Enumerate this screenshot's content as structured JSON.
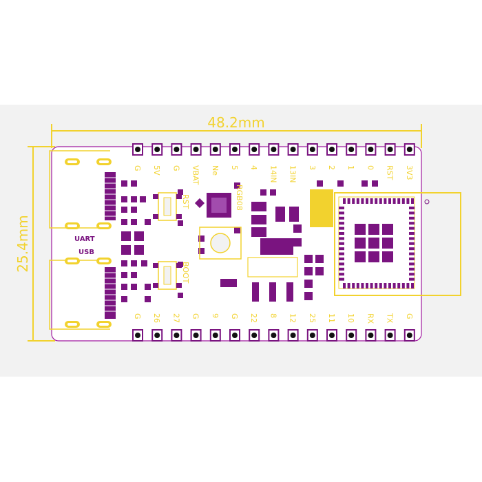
{
  "dimensions": {
    "width": "48.2mm",
    "height": "25.4mm"
  },
  "top_pins": [
    "G",
    "5V",
    "G",
    "VBAT",
    "Ne",
    "5",
    "4",
    "14IN",
    "13IN",
    "3",
    "2",
    "1",
    "0",
    "RST",
    "3V3"
  ],
  "bottom_pins": [
    "G",
    "26",
    "27",
    "G",
    "9",
    "G",
    "22",
    "8",
    "12",
    "25",
    "11",
    "10",
    "RX",
    "TX",
    "G"
  ],
  "labels": {
    "uart": "UART",
    "usb": "USB",
    "rst": "RST",
    "boot": "BOOT",
    "rgb": "RGB08"
  },
  "colors": {
    "board": "#7a1480",
    "silkscreen": "#f2d22e",
    "outline": "#a11aa0",
    "background": "#f2f2f2"
  }
}
